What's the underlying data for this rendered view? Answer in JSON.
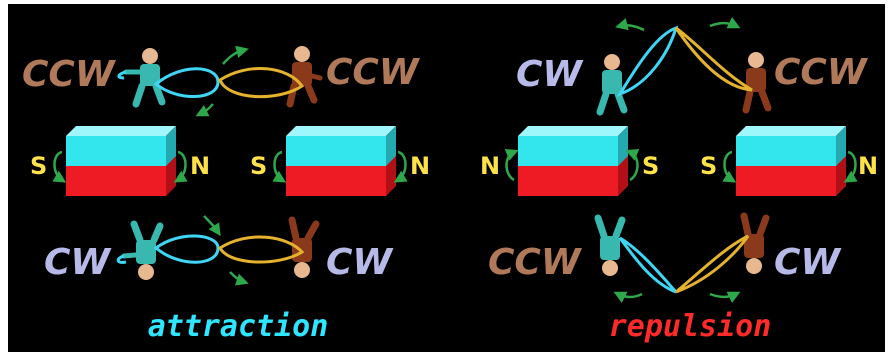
{
  "attraction": {
    "top_left_label": "CCW",
    "top_right_label": "CCW",
    "bottom_left_label": "CW",
    "bottom_right_label": "CW",
    "magnet_left": {
      "left_pole": "S",
      "right_pole": "N"
    },
    "magnet_right": {
      "left_pole": "S",
      "right_pole": "N"
    },
    "caption": "attraction"
  },
  "repulsion": {
    "top_left_label": "CW",
    "top_right_label": "CCW",
    "bottom_left_label": "CCW",
    "bottom_right_label": "CW",
    "magnet_left": {
      "left_pole": "N",
      "right_pole": "S"
    },
    "magnet_right": {
      "left_pole": "S",
      "right_pole": "N"
    },
    "caption": "repulsion"
  },
  "colors": {
    "background": "#000000",
    "magnet_top": "#33e6ee",
    "magnet_bottom": "#ee1b24",
    "pole_label": "#ffe24a",
    "ccw_label": "#b07a5a",
    "cw_label": "#b7b9e8",
    "attraction_caption": "#2ee6ff",
    "repulsion_caption": "#ff2a2a",
    "arrow": "#2ea84a",
    "cyan_string": "#3fd6f5",
    "gold_string": "#e4b22c",
    "figure_cyan": "#39b8b0",
    "figure_brown": "#8a3a1a"
  }
}
